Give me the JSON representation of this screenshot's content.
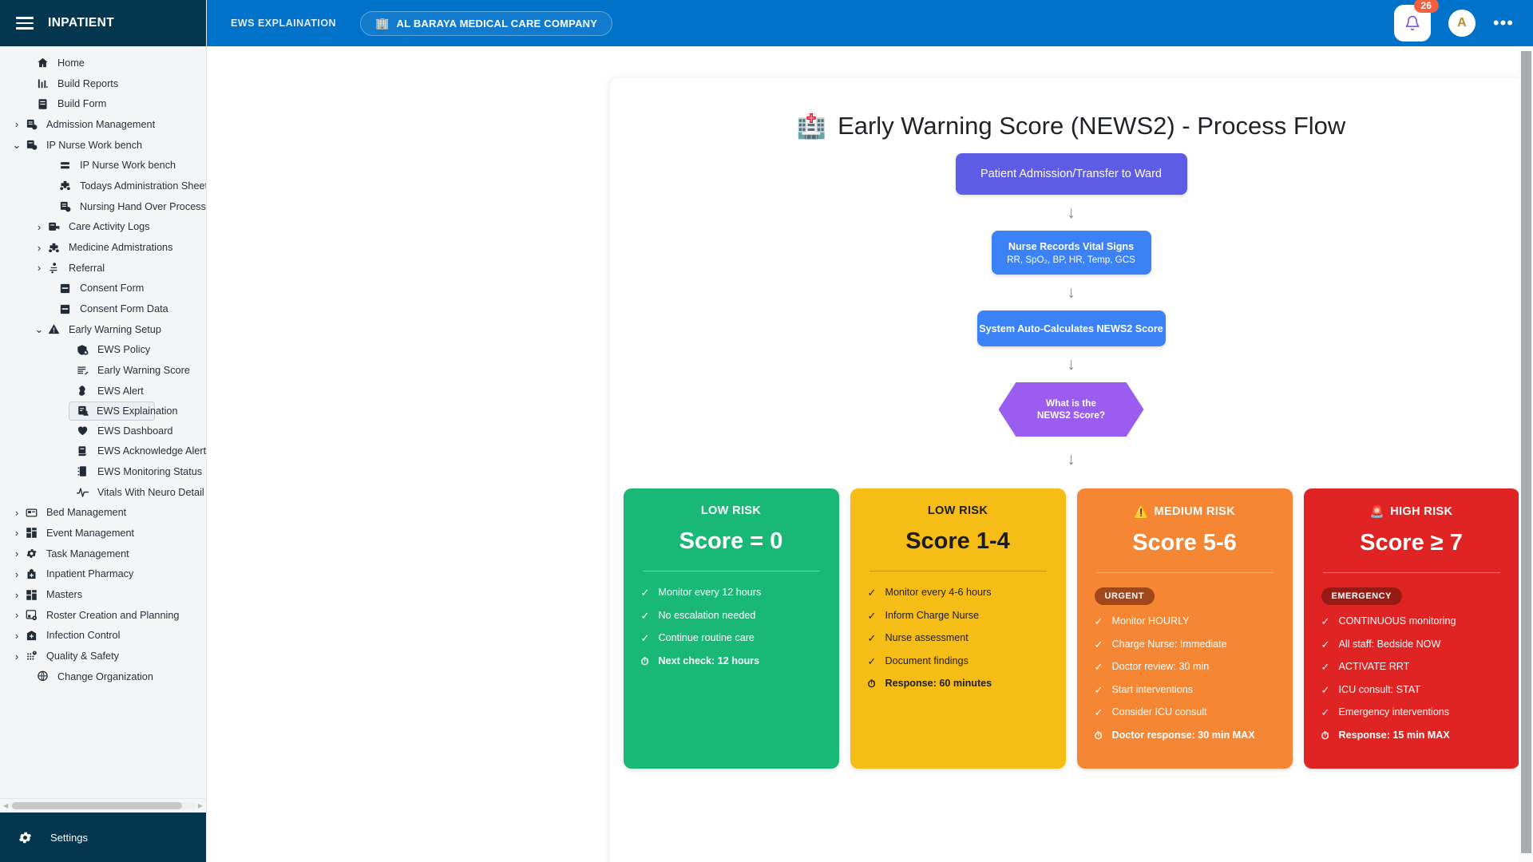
{
  "sidebar": {
    "title": "INPATIENT",
    "menu_icon": "hamburger-icon",
    "items": [
      {
        "label": "Home",
        "icon": "home-icon",
        "level": 0,
        "arrow": "none"
      },
      {
        "label": "Build Reports",
        "icon": "bar-chart-icon",
        "level": 0,
        "arrow": "none"
      },
      {
        "label": "Build Form",
        "icon": "form-icon",
        "level": 0,
        "arrow": "none"
      },
      {
        "label": "Admission Management",
        "icon": "admission-icon",
        "level": 0,
        "arrow": "right"
      },
      {
        "label": "IP Nurse Work bench",
        "icon": "nurse-bench-icon",
        "level": 0,
        "arrow": "down"
      },
      {
        "label": "IP Nurse Work bench",
        "icon": "stack-icon",
        "level": 1,
        "arrow": "none"
      },
      {
        "label": "Todays Administration Sheet",
        "icon": "medical-cross-icon",
        "level": 1,
        "arrow": "none"
      },
      {
        "label": "Nursing Hand Over Process",
        "icon": "handover-icon",
        "level": 1,
        "arrow": "none"
      },
      {
        "label": "Care Activity Logs",
        "icon": "activity-log-icon",
        "level": 1,
        "arrow": "right"
      },
      {
        "label": "Medicine Admistrations",
        "icon": "medicine-icon",
        "level": 1,
        "arrow": "right"
      },
      {
        "label": "Referral",
        "icon": "referral-icon",
        "level": 1,
        "arrow": "right"
      },
      {
        "label": "Consent Form",
        "icon": "consent-icon",
        "level": 1,
        "arrow": "none"
      },
      {
        "label": "Consent Form Data",
        "icon": "consent-data-icon",
        "level": 1,
        "arrow": "none"
      },
      {
        "label": "Early Warning Setup",
        "icon": "warning-triangle-icon",
        "level": 1,
        "arrow": "down"
      },
      {
        "label": "EWS Policy",
        "icon": "policy-shield-icon",
        "level": 2,
        "arrow": "none"
      },
      {
        "label": "Early Warning Score",
        "icon": "score-list-icon",
        "level": 2,
        "arrow": "none"
      },
      {
        "label": "EWS Alert",
        "icon": "alert-refresh-icon",
        "level": 2,
        "arrow": "none"
      },
      {
        "label": "EWS Explaination",
        "icon": "explanation-icon",
        "level": 2,
        "arrow": "none",
        "selected": true
      },
      {
        "label": "EWS Dashboard",
        "icon": "heart-icon",
        "level": 2,
        "arrow": "none"
      },
      {
        "label": "EWS Acknowledge Alert",
        "icon": "acknowledge-icon",
        "level": 2,
        "arrow": "none"
      },
      {
        "label": "EWS Monitoring Status",
        "icon": "monitoring-doc-icon",
        "level": 2,
        "arrow": "none"
      },
      {
        "label": "Vitals With Neuro Detail",
        "icon": "vitals-wave-icon",
        "level": 2,
        "arrow": "none"
      },
      {
        "label": "Bed Management",
        "icon": "bed-icon",
        "level": 0,
        "arrow": "right"
      },
      {
        "label": "Event Management",
        "icon": "grid-icon",
        "level": 0,
        "arrow": "right"
      },
      {
        "label": "Task Management",
        "icon": "gear-icon",
        "level": 0,
        "arrow": "right"
      },
      {
        "label": "Inpatient Pharmacy",
        "icon": "pharmacy-icon",
        "level": 0,
        "arrow": "right"
      },
      {
        "label": "Masters",
        "icon": "masters-grid-icon",
        "level": 0,
        "arrow": "right"
      },
      {
        "label": "Roster Creation and Planning",
        "icon": "roster-icon",
        "level": 0,
        "arrow": "right"
      },
      {
        "label": "Infection Control",
        "icon": "infection-icon",
        "level": 0,
        "arrow": "right"
      },
      {
        "label": "Quality & Safety",
        "icon": "quality-icon",
        "level": 0,
        "arrow": "right"
      },
      {
        "label": "Change Organization",
        "icon": "globe-icon",
        "level": 0,
        "arrow": "none"
      }
    ],
    "footer": {
      "label": "Settings",
      "icon": "gear-icon"
    }
  },
  "topbar": {
    "breadcrumb": "EWS EXPLAINATION",
    "organization": "AL BARAYA MEDICAL CARE COMPANY",
    "org_icon": "building-icon",
    "notification_icon": "bell-icon",
    "notification_count": "26",
    "avatar_initial": "A",
    "more_icon": "more-dots-icon"
  },
  "page": {
    "title": "Early Warning Score (NEWS2) - Process Flow",
    "title_emoji": "🏥"
  },
  "flow": {
    "start": {
      "label": "Patient Admission/Transfer to Ward",
      "color": "#5d5ce6"
    },
    "vitals": {
      "title": "Nurse Records Vital Signs",
      "subtitle": "RR, SpO₂, BP, HR, Temp, GCS",
      "color": "#3b82f6"
    },
    "calculate": {
      "label": "System Auto-Calculates NEWS2 Score",
      "color": "#3b82f6"
    },
    "decision": {
      "line1": "What is the",
      "line2": "NEWS2 Score?",
      "color": "#9b5cf0"
    },
    "arrow_glyph": "↓"
  },
  "risk_cards": [
    {
      "heading": "LOW RISK",
      "emoji": "",
      "score": "Score = 0",
      "color": "#1ab877",
      "badge": null,
      "items": [
        "Monitor every 12 hours",
        "No escalation needed",
        "Continue routine care"
      ],
      "note": "Next check: 12 hours",
      "note_emoji": "⏱"
    },
    {
      "heading": "LOW RISK",
      "emoji": "",
      "score": "Score 1-4",
      "color": "#f6bd16",
      "badge": null,
      "items": [
        "Monitor every 4-6 hours",
        "Inform Charge Nurse",
        "Nurse assessment",
        "Document findings"
      ],
      "note": "Response: 60 minutes",
      "note_emoji": "⏱"
    },
    {
      "heading": "MEDIUM RISK",
      "emoji": "⚠️",
      "score": "Score 5-6",
      "color": "#f58634",
      "badge": "URGENT",
      "items": [
        "Monitor HOURLY",
        "Charge Nurse: Immediate",
        "Doctor review: 30 min",
        "Start interventions",
        "Consider ICU consult"
      ],
      "note": "Doctor response: 30 min MAX",
      "note_emoji": "⏱"
    },
    {
      "heading": "HIGH RISK",
      "emoji": "🚨",
      "score": "Score ≥ 7",
      "color": "#e02424",
      "badge": "EMERGENCY",
      "items": [
        "CONTINUOUS monitoring",
        "All staff: Bedside NOW",
        "ACTIVATE RRT",
        "ICU consult: STAT",
        "Emergency interventions"
      ],
      "note": "Response: 15 min MAX",
      "note_emoji": "⏱"
    }
  ],
  "check_glyph": "✓",
  "theme": {
    "sidebar_header_bg": "#04374f",
    "topbar_bg": "#0072ca",
    "badge_bg": "#f4603e"
  }
}
